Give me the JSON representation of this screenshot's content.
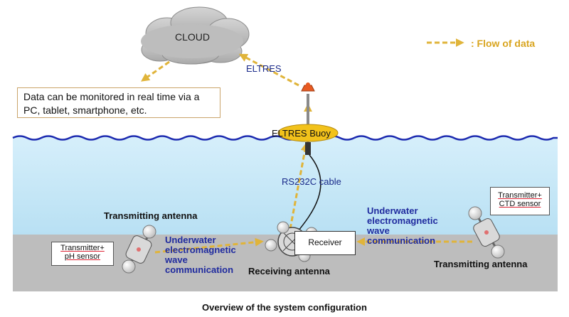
{
  "cloud_label": "CLOUD",
  "legend": {
    "text": ": Flow of data",
    "color": "#d9a520"
  },
  "eltres_label": "ELTRES",
  "monitor_text": "Data can be monitored in real time via a PC, tablet, smartphone, etc.",
  "buoy_label": "ELTRES Buoy",
  "cable_label": "RS232C cable",
  "left_station": {
    "antenna_label": "Transmitting antenna",
    "box_line1": "Transmitter+",
    "box_line2": "pH sensor",
    "comm_label": "Underwater electromagnetic wave communication"
  },
  "right_station": {
    "antenna_label": "Transmitting antenna",
    "box_line1": "Transmitter+",
    "box_line2": "CTD sensor",
    "comm_label": "Underwater electromagnetic wave communication"
  },
  "receiver": {
    "box_label": "Receiver",
    "antenna_label": "Receiving antenna"
  },
  "caption": "Overview of the system configuration",
  "colors": {
    "sea": "#c7e8f8",
    "seabed": "#bdbdbd",
    "wave": "#1d2bb0",
    "arrow": "#e0b43a",
    "buoy": "#f2c21b"
  }
}
